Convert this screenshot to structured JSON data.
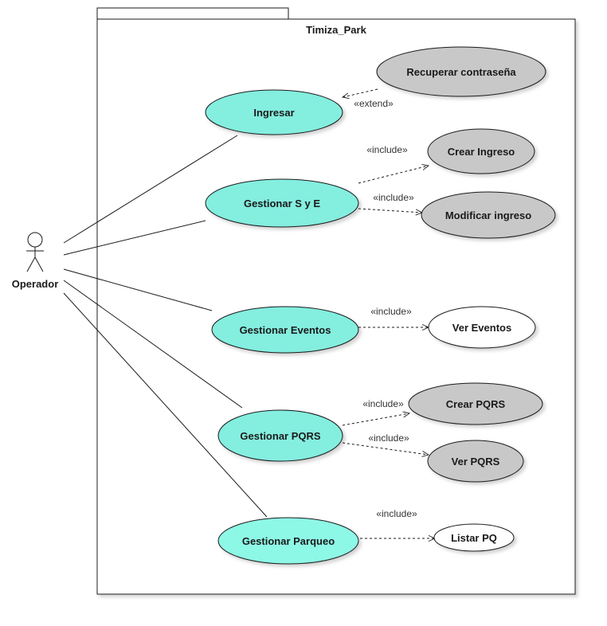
{
  "package": {
    "title": "Timiza_Park"
  },
  "actor": {
    "name": "Operador"
  },
  "colors": {
    "primary_usecase": "#84eedf",
    "secondary_usecase": "#c8c8c8",
    "plain_usecase": "#ffffff",
    "line": "#1a1a1a"
  },
  "use_cases": {
    "ingresar": "Ingresar",
    "gestionar_sye": "Gestionar S y E",
    "gestionar_eventos": "Gestionar Eventos",
    "gestionar_pqrs": "Gestionar PQRS",
    "gestionar_parqueo": "Gestionar Parqueo",
    "recuperar_contrasena": "Recuperar contraseña",
    "crear_ingreso": "Crear Ingreso",
    "modificar_ingreso": "Modificar ingreso",
    "ver_eventos": "Ver Eventos",
    "crear_pqrs": "Crear PQRS",
    "ver_pqrs": "Ver PQRS",
    "listar_pq": "Listar PQ"
  },
  "relations": {
    "extend": "«extend»",
    "include": "«include»"
  }
}
